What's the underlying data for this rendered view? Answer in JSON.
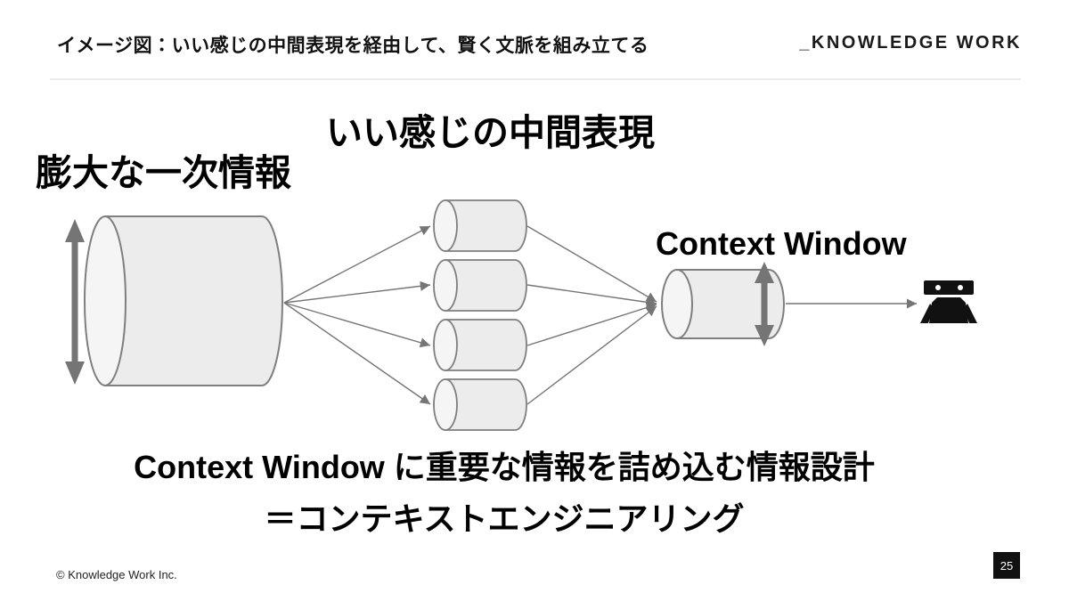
{
  "header": {
    "title": "イメージ図：いい感じの中間表現を経由して、賢く文脈を組み立てる",
    "logo": "_KNOWLEDGE WORK"
  },
  "diagram": {
    "source_label": "膨大な一次情報",
    "intermediate_title": "いい感じの中間表現",
    "context_window_label": "Context Window",
    "source_cylinder_count": 1,
    "intermediate_cylinder_count": 4,
    "agent_icon": "robot-icon",
    "flow": "large primary-info cylinder -> 4 intermediate cylinders -> context window cylinder -> robot"
  },
  "conclusion": {
    "line1": "Context Window に重要な情報を詰め込む情報設計",
    "line2": "＝コンテキストエンジニアリング"
  },
  "footer": {
    "copyright": "© Knowledge Work Inc.",
    "page_number": "25"
  },
  "colors": {
    "cylinder_fill": "#ececec",
    "cylinder_face_fill": "#f5f5f5",
    "cylinder_stroke": "#7f7f7f",
    "arrow": "#757575",
    "icon": "#111111",
    "divider": "#ebebeb",
    "badge_bg": "#111111",
    "badge_text": "#ffffff",
    "text": "#000000"
  }
}
